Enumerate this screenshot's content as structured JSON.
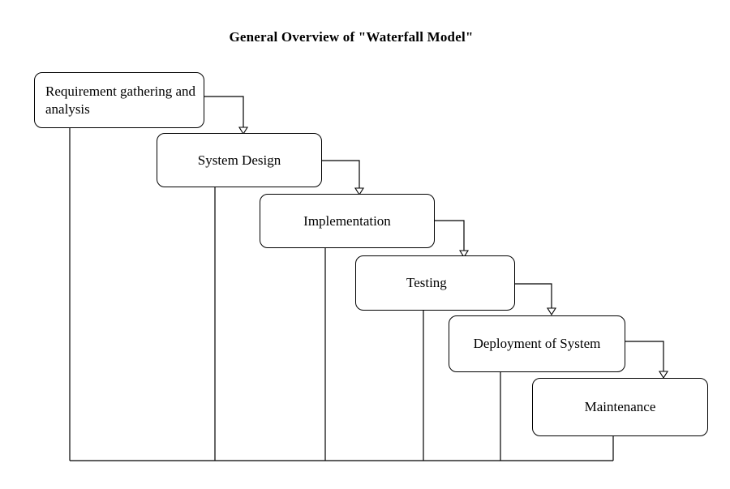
{
  "title": "General Overview of \"Waterfall Model\"",
  "phases": [
    {
      "label": "Requirement gathering and analysis"
    },
    {
      "label": "System Design"
    },
    {
      "label": "Implementation"
    },
    {
      "label": "Testing"
    },
    {
      "label": "Deployment of System"
    },
    {
      "label": "Maintenance"
    }
  ]
}
